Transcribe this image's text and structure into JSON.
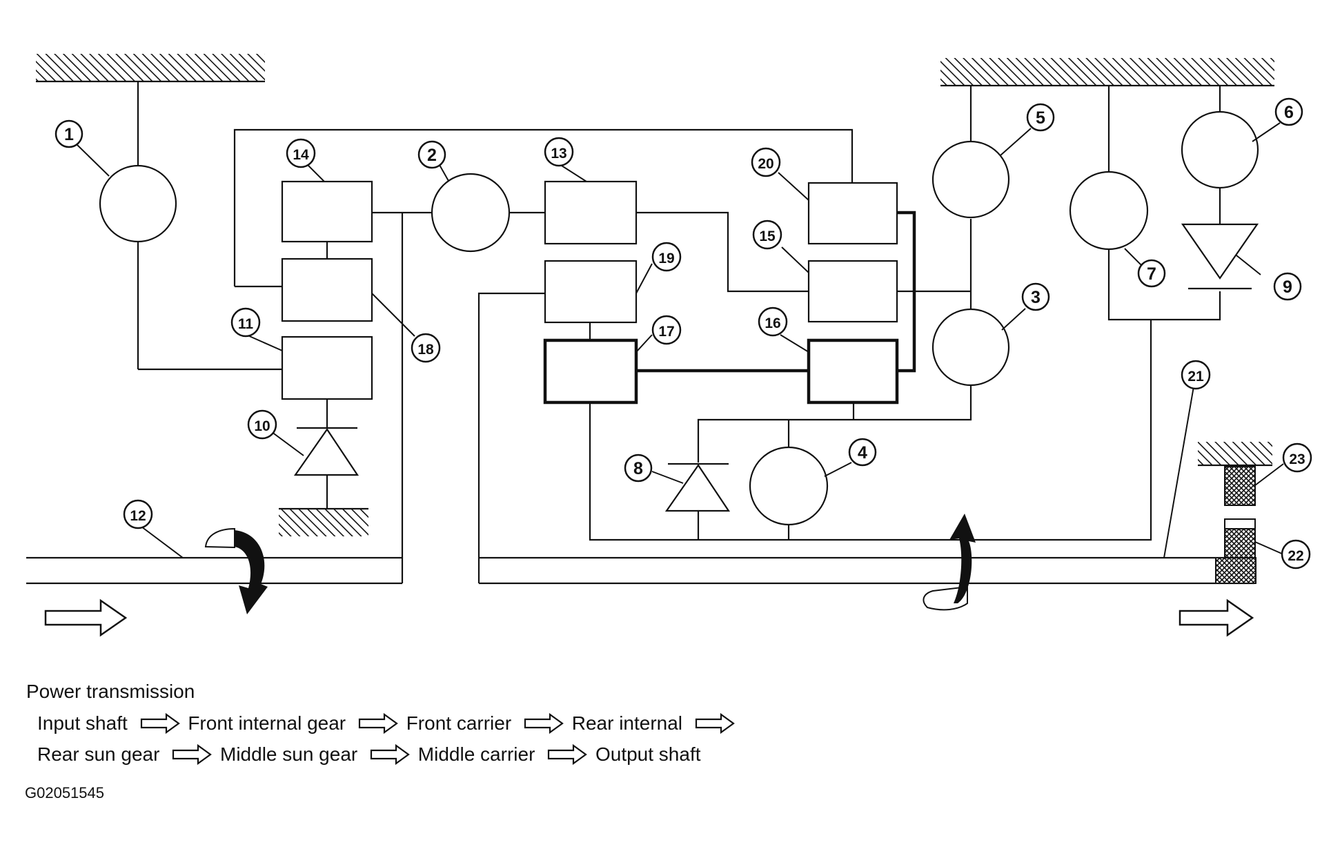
{
  "diagram": {
    "callouts": [
      "1",
      "2",
      "3",
      "4",
      "5",
      "6",
      "7",
      "8",
      "9",
      "10",
      "11",
      "12",
      "13",
      "14",
      "15",
      "16",
      "17",
      "18",
      "19",
      "20",
      "21",
      "22",
      "23"
    ]
  },
  "legend": {
    "title": "Power transmission",
    "row1": [
      "Input shaft",
      "Front internal gear",
      "Front carrier",
      "Rear internal"
    ],
    "row2": [
      "Rear sun gear",
      "Middle sun gear",
      "Middle carrier",
      "Output shaft"
    ]
  },
  "figure_code": "G02051545"
}
